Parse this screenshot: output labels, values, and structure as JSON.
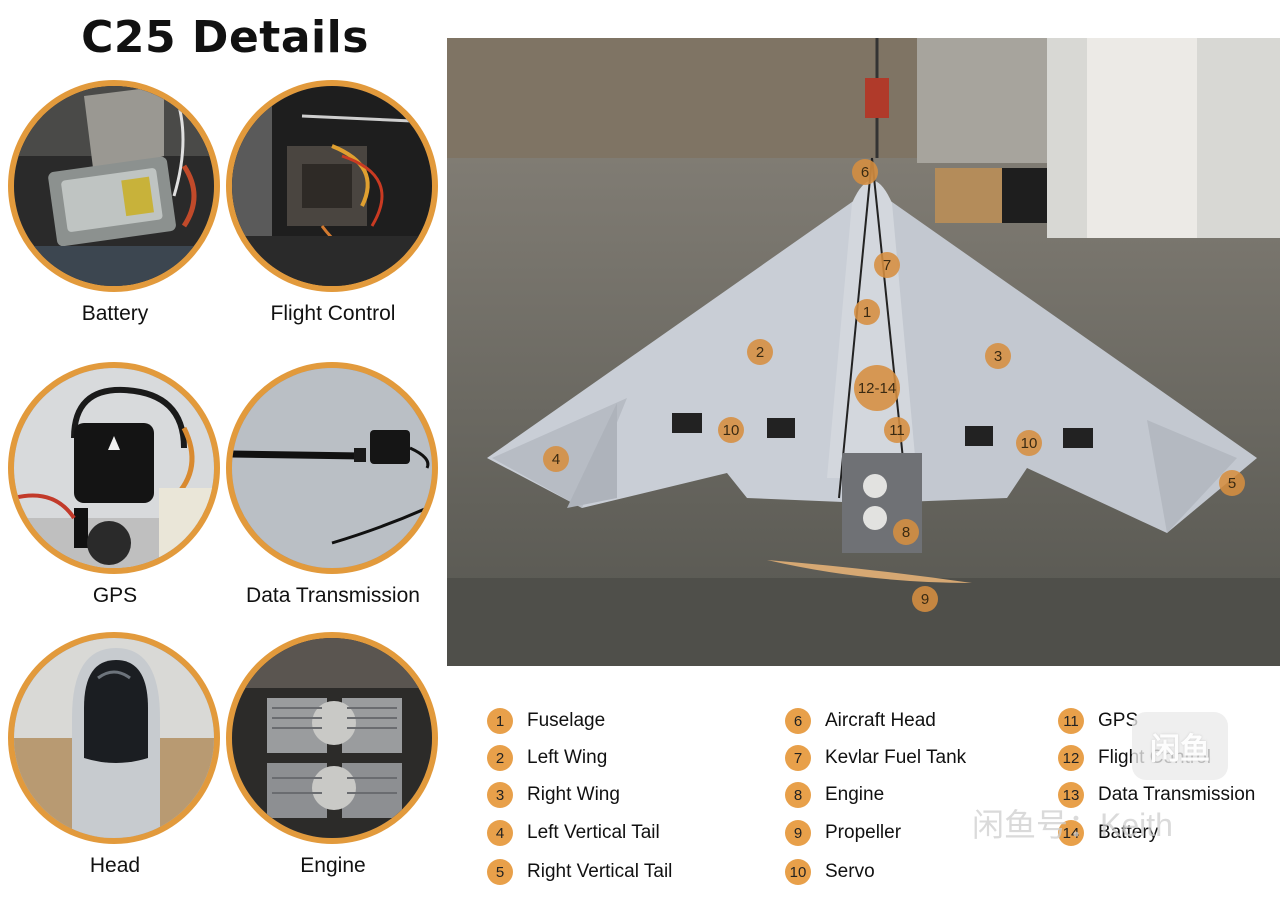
{
  "title": "C25 Details",
  "parts": [
    {
      "label": "Battery",
      "icon": "battery-photo"
    },
    {
      "label": "Flight Control",
      "icon": "flight-control-photo"
    },
    {
      "label": "GPS",
      "icon": "gps-photo"
    },
    {
      "label": "Data Transmission",
      "icon": "data-transmission-photo"
    },
    {
      "label": "Head",
      "icon": "head-photo"
    },
    {
      "label": "Engine",
      "icon": "engine-photo"
    }
  ],
  "markers": [
    "6",
    "7",
    "1",
    "2",
    "3",
    "12-14",
    "10",
    "11",
    "10",
    "4",
    "5",
    "8",
    "9"
  ],
  "legend": [
    {
      "num": "1",
      "label": "Fuselage"
    },
    {
      "num": "2",
      "label": "Left Wing"
    },
    {
      "num": "3",
      "label": "Right Wing"
    },
    {
      "num": "4",
      "label": "Left Vertical Tail"
    },
    {
      "num": "5",
      "label": "Right Vertical Tail"
    },
    {
      "num": "6",
      "label": "Aircraft Head"
    },
    {
      "num": "7",
      "label": "Kevlar Fuel Tank"
    },
    {
      "num": "8",
      "label": "Engine"
    },
    {
      "num": "9",
      "label": "Propeller"
    },
    {
      "num": "10",
      "label": "Servo"
    },
    {
      "num": "11",
      "label": "GPS"
    },
    {
      "num": "12",
      "label": "Flight Control"
    },
    {
      "num": "13",
      "label": "Data Transmission"
    },
    {
      "num": "14",
      "label": "Battery"
    }
  ],
  "watermark": {
    "logo": "闲鱼",
    "text": "闲鱼号：Keith"
  },
  "colors": {
    "accent": "#e29a3c",
    "marker": "#d68e40",
    "aircraft": "#c9ced6",
    "floor": "#6b6b66"
  }
}
